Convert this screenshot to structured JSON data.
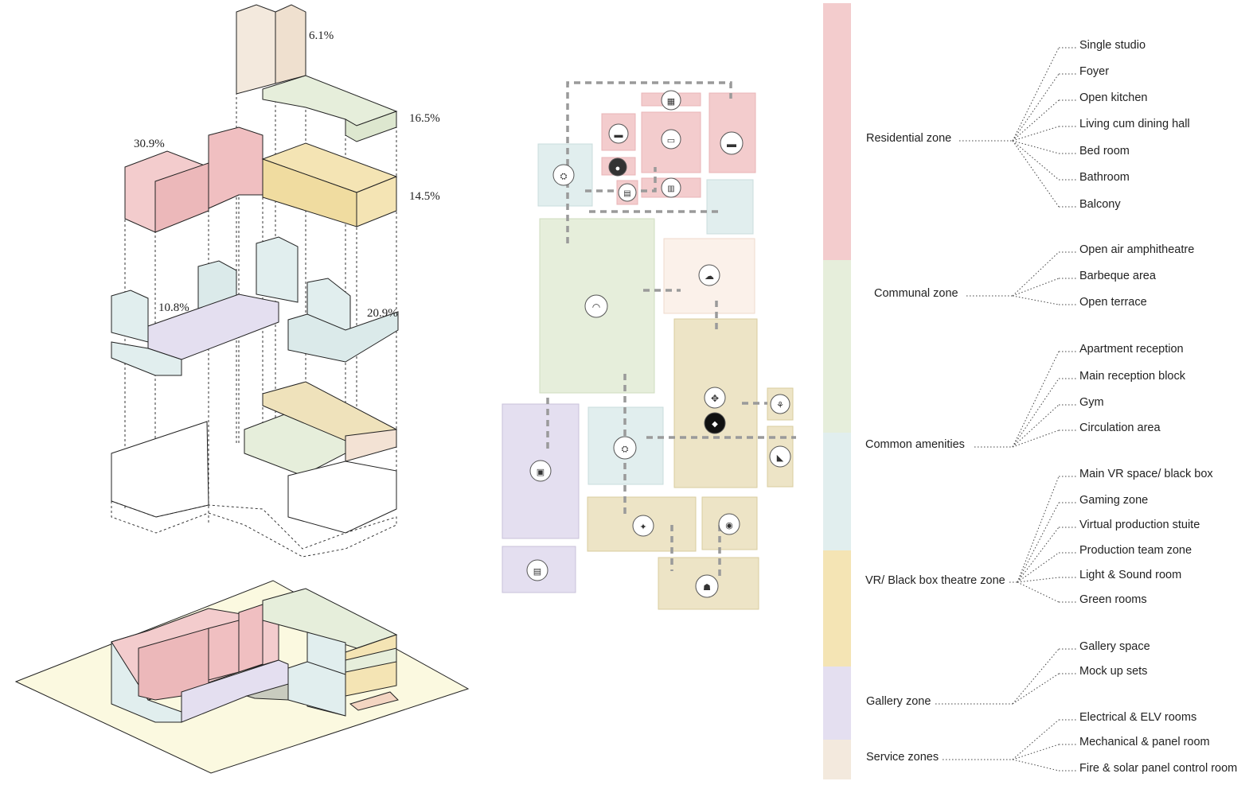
{
  "colors": {
    "residential": "#f3cccd",
    "communal": "#e6eedb",
    "amenities": "#e1eeee",
    "vr": "#f4e4b4",
    "gallery": "#e4dff0",
    "service": "#f3e9dd"
  },
  "axo": {
    "percentages": [
      {
        "value": "6.1%"
      },
      {
        "value": "16.5%"
      },
      {
        "value": "30.9%"
      },
      {
        "value": "14.5%"
      },
      {
        "value": "10.8%"
      },
      {
        "value": "20.9%"
      }
    ]
  },
  "plan": {
    "icons": [
      "reception-icon",
      "kitchen-icon",
      "bed-icon",
      "bath-icon",
      "amphitheatre-icon",
      "barbeque-icon",
      "gym-icon",
      "vr-icon",
      "gallery-icon",
      "light-icon",
      "gaming-icon",
      "production-icon",
      "green-room-icon",
      "mockup-icon"
    ]
  },
  "legend": {
    "zones": [
      {
        "name": "Residential zone",
        "items": [
          "Single studio",
          "Foyer",
          "Open kitchen",
          "Living cum dining hall",
          "Bed room",
          "Bathroom",
          "Balcony"
        ]
      },
      {
        "name": "Communal zone",
        "items": [
          "Open air amphitheatre",
          "Barbeque area",
          "Open terrace"
        ]
      },
      {
        "name": "Common amenities",
        "items": [
          "Apartment reception",
          "Main reception block",
          "Gym",
          "Circulation area"
        ]
      },
      {
        "name": "VR/ Black box theatre zone",
        "items": [
          "Main VR space/ black box",
          "Gaming zone",
          "Virtual production stuite",
          "Production team zone",
          "Light & Sound room",
          "Green rooms"
        ]
      },
      {
        "name": "Gallery zone",
        "items": [
          "Gallery space",
          "Mock up sets"
        ]
      },
      {
        "name": "Service zones",
        "items": [
          "Electrical & ELV rooms",
          "Mechanical & panel room",
          "Fire  & solar panel control room"
        ]
      }
    ]
  }
}
